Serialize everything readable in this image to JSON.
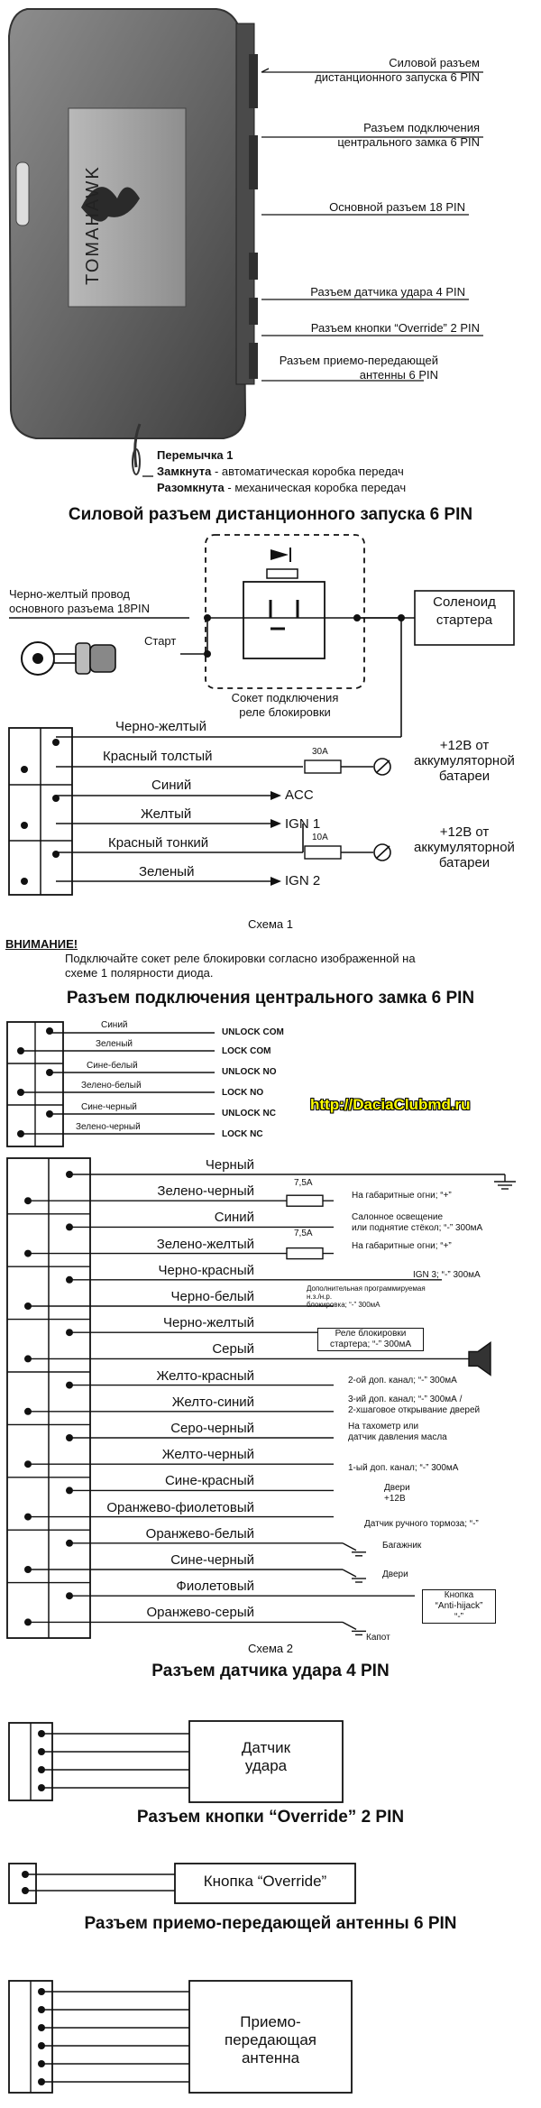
{
  "top_module": {
    "brand": "TOMAHAWK",
    "callouts": [
      "Силовой разъем\nдистанционного запуска 6 PIN",
      "Разъем подключения\nцентрального замка 6 PIN",
      "Основной разъем 18 PIN",
      "Разъем датчика удара 4 PIN",
      "Разъем кнопки “Override” 2 PIN",
      "Разъем приемо-передающей\nантенны 6 PIN"
    ],
    "jumper_title": "Перемычка 1",
    "jumper_closed_bold": "Замкнута",
    "jumper_closed_rest": " - автоматическая коробка передач",
    "jumper_open_bold": "Разомкнута",
    "jumper_open_rest": " - механическая коробка передач"
  },
  "section1": {
    "heading": "Силовой разъем дистанционного запуска 6 PIN",
    "wire_note": "Черно-желтый провод\nосновного разъема 18PIN",
    "start": "Старт",
    "relay_socket": "Сокет подключения\nреле блокировки",
    "solenoid": "Соленоид\nстартера",
    "wires": [
      "Черно-желтый",
      "Красный толстый",
      "Синий",
      "Желтый",
      "Красный тонкий",
      "Зеленый"
    ],
    "fuse_30": "30A",
    "fuse_10": "10A",
    "acc": "ACC",
    "ign1": "IGN 1",
    "ign2": "IGN 2",
    "battery": "+12В от\nаккумуляторной\nбатареи",
    "caption": "Схема 1",
    "warning_title": "ВНИМАНИЕ!",
    "warning_text": "Подключайте сокет реле блокировки согласно изображенной на\nсхеме 1 полярности диода."
  },
  "section2": {
    "heading": "Разъем подключения центрального замка 6 PIN",
    "rows": [
      {
        "wire": "Синий",
        "func": "UNLOCK COM"
      },
      {
        "wire": "Зеленый",
        "func": "LOCK COM"
      },
      {
        "wire": "Сине-белый",
        "func": "UNLOCK NO"
      },
      {
        "wire": "Зелено-белый",
        "func": "LOCK NO"
      },
      {
        "wire": "Сине-черный",
        "func": "UNLOCK NC"
      },
      {
        "wire": "Зелено-черный",
        "func": "LOCK NC"
      }
    ],
    "watermark": "http://DaciaClubmd.ru"
  },
  "section3": {
    "wires": [
      "Черный",
      "Зелено-черный",
      "Синий",
      "Зелено-желтый",
      "Черно-красный",
      "Черно-белый",
      "Черно-желтый",
      "Серый",
      "Желто-красный",
      "Желто-синий",
      "Серо-черный",
      "Желто-черный",
      "Сине-красный",
      "Оранжево-фиолетовый",
      "Оранжево-белый",
      "Сине-черный",
      "Фиолетовый",
      "Оранжево-серый"
    ],
    "fuse_75": "7,5A",
    "notes": {
      "n1": "На габаритные огни; “+”",
      "n2": "Салонное освещение\nили поднятие стёкол; “-” 300мА",
      "n3": "На габаритные огни; “+”",
      "n4": "IGN 3; “-” 300мА",
      "n5": "Дополнительная программируемая\nн.з./н.р.\nблокировка; “-” 300мА",
      "n7": "Реле блокировки\nстартера; “-” 300мА",
      "n8": "2-ой доп. канал; “-” 300мА",
      "n9": "3-ий доп. канал; “-” 300мА /\n2-хшаговое открывание дверей",
      "n10": "На тахометр или\nдатчик давления масла",
      "n11": "1-ый доп. канал; “-” 300мА",
      "n12": "Двери\n+12В",
      "n13": "Датчик ручного тормоза; “-”",
      "n14": "Багажник",
      "n15": "Двери",
      "n16": "Кнопка\n“Anti-hijack”\n“-”",
      "n17": "Капот"
    },
    "caption": "Схема 2"
  },
  "section4": {
    "heading": "Разъем датчика удара 4 PIN",
    "box": "Датчик\nудара"
  },
  "section5": {
    "heading": "Разъем кнопки “Override” 2 PIN",
    "box": "Кнопка “Override”"
  },
  "section6": {
    "heading": "Разъем приемо-передающей антенны 6 PIN",
    "box": "Приемо-\nпередающая\nантенна"
  }
}
